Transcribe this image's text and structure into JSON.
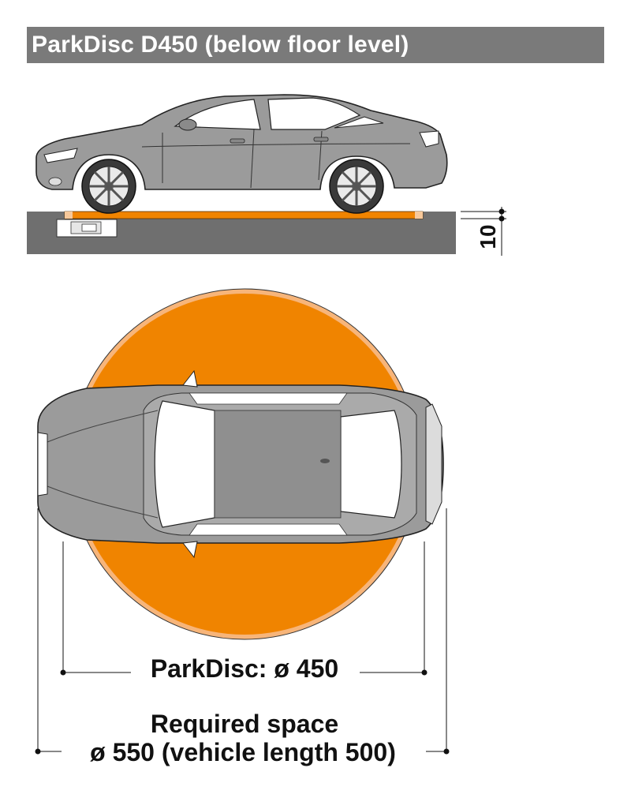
{
  "header": {
    "title": "ParkDisc D450 (below floor level)"
  },
  "dimensions": {
    "height_label": "10",
    "disc_label": "ParkDisc: ø 450",
    "space_line1": "Required space",
    "space_line2": "ø 550 (vehicle length 500)"
  },
  "colors": {
    "header_bg": "#7a7a7a",
    "disc_orange": "#f08400",
    "disc_ring": "#f7b57a",
    "floor_gray": "#6f6f6f",
    "car_gray": "#9b9b9b"
  }
}
